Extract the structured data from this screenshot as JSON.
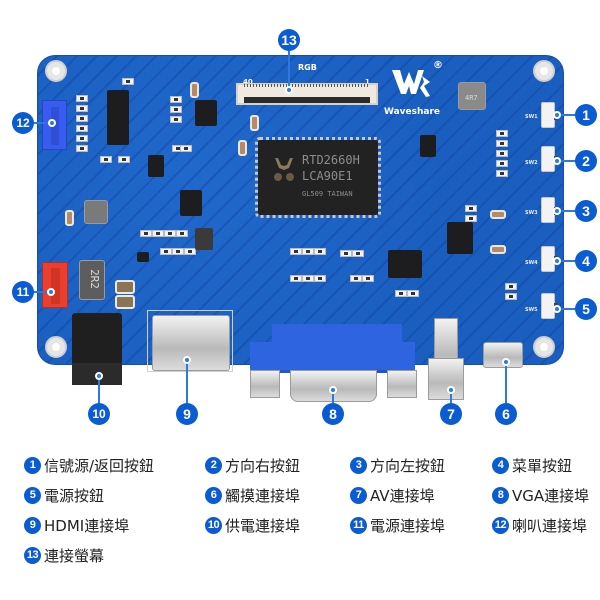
{
  "board": {
    "brand": "Waveshare",
    "registered_mark": "®",
    "connector_label": "RGB",
    "fpc_pin_left": "40",
    "fpc_pin_right": "1",
    "main_chip": {
      "line1": "RTD2660H",
      "line2": "LCA90E1",
      "line3": "GL509 TAIWAN"
    },
    "inductor_label": "2R2",
    "inductor2_label": "4R7",
    "switch_labels": [
      "SW1",
      "SW2",
      "SW3",
      "SW4",
      "SW5"
    ],
    "colors": {
      "pcb": "#1a5fc0",
      "vga_connector": "#2f64e0",
      "speaker_connector": "#3a5bf0",
      "power_connector": "#e84030",
      "callout": "#0b5bd3"
    }
  },
  "callouts": [
    {
      "num": "1",
      "target": "SW1 button"
    },
    {
      "num": "2",
      "target": "SW2 button"
    },
    {
      "num": "3",
      "target": "SW3 button"
    },
    {
      "num": "4",
      "target": "SW4 button"
    },
    {
      "num": "5",
      "target": "SW5 button"
    },
    {
      "num": "6",
      "target": "Micro USB touch port"
    },
    {
      "num": "7",
      "target": "AV port"
    },
    {
      "num": "8",
      "target": "VGA port"
    },
    {
      "num": "9",
      "target": "HDMI port"
    },
    {
      "num": "10",
      "target": "DC power jack"
    },
    {
      "num": "11",
      "target": "Red power header"
    },
    {
      "num": "12",
      "target": "Blue speaker header"
    },
    {
      "num": "13",
      "target": "RGB FPC connector"
    }
  ],
  "legend": [
    {
      "num": "1",
      "label": "信號源/返回按鈕"
    },
    {
      "num": "2",
      "label": "方向右按鈕"
    },
    {
      "num": "3",
      "label": "方向左按鈕"
    },
    {
      "num": "4",
      "label": "菜單按鈕"
    },
    {
      "num": "5",
      "label": "電源按鈕"
    },
    {
      "num": "6",
      "label": "觸摸連接埠"
    },
    {
      "num": "7",
      "label": "AV連接埠"
    },
    {
      "num": "8",
      "label": "VGA連接埠"
    },
    {
      "num": "9",
      "label": "HDMI連接埠"
    },
    {
      "num": "10",
      "label": "供電連接埠"
    },
    {
      "num": "11",
      "label": "電源連接埠"
    },
    {
      "num": "12",
      "label": "喇叭連接埠"
    },
    {
      "num": "13",
      "label": "連接螢幕"
    }
  ]
}
